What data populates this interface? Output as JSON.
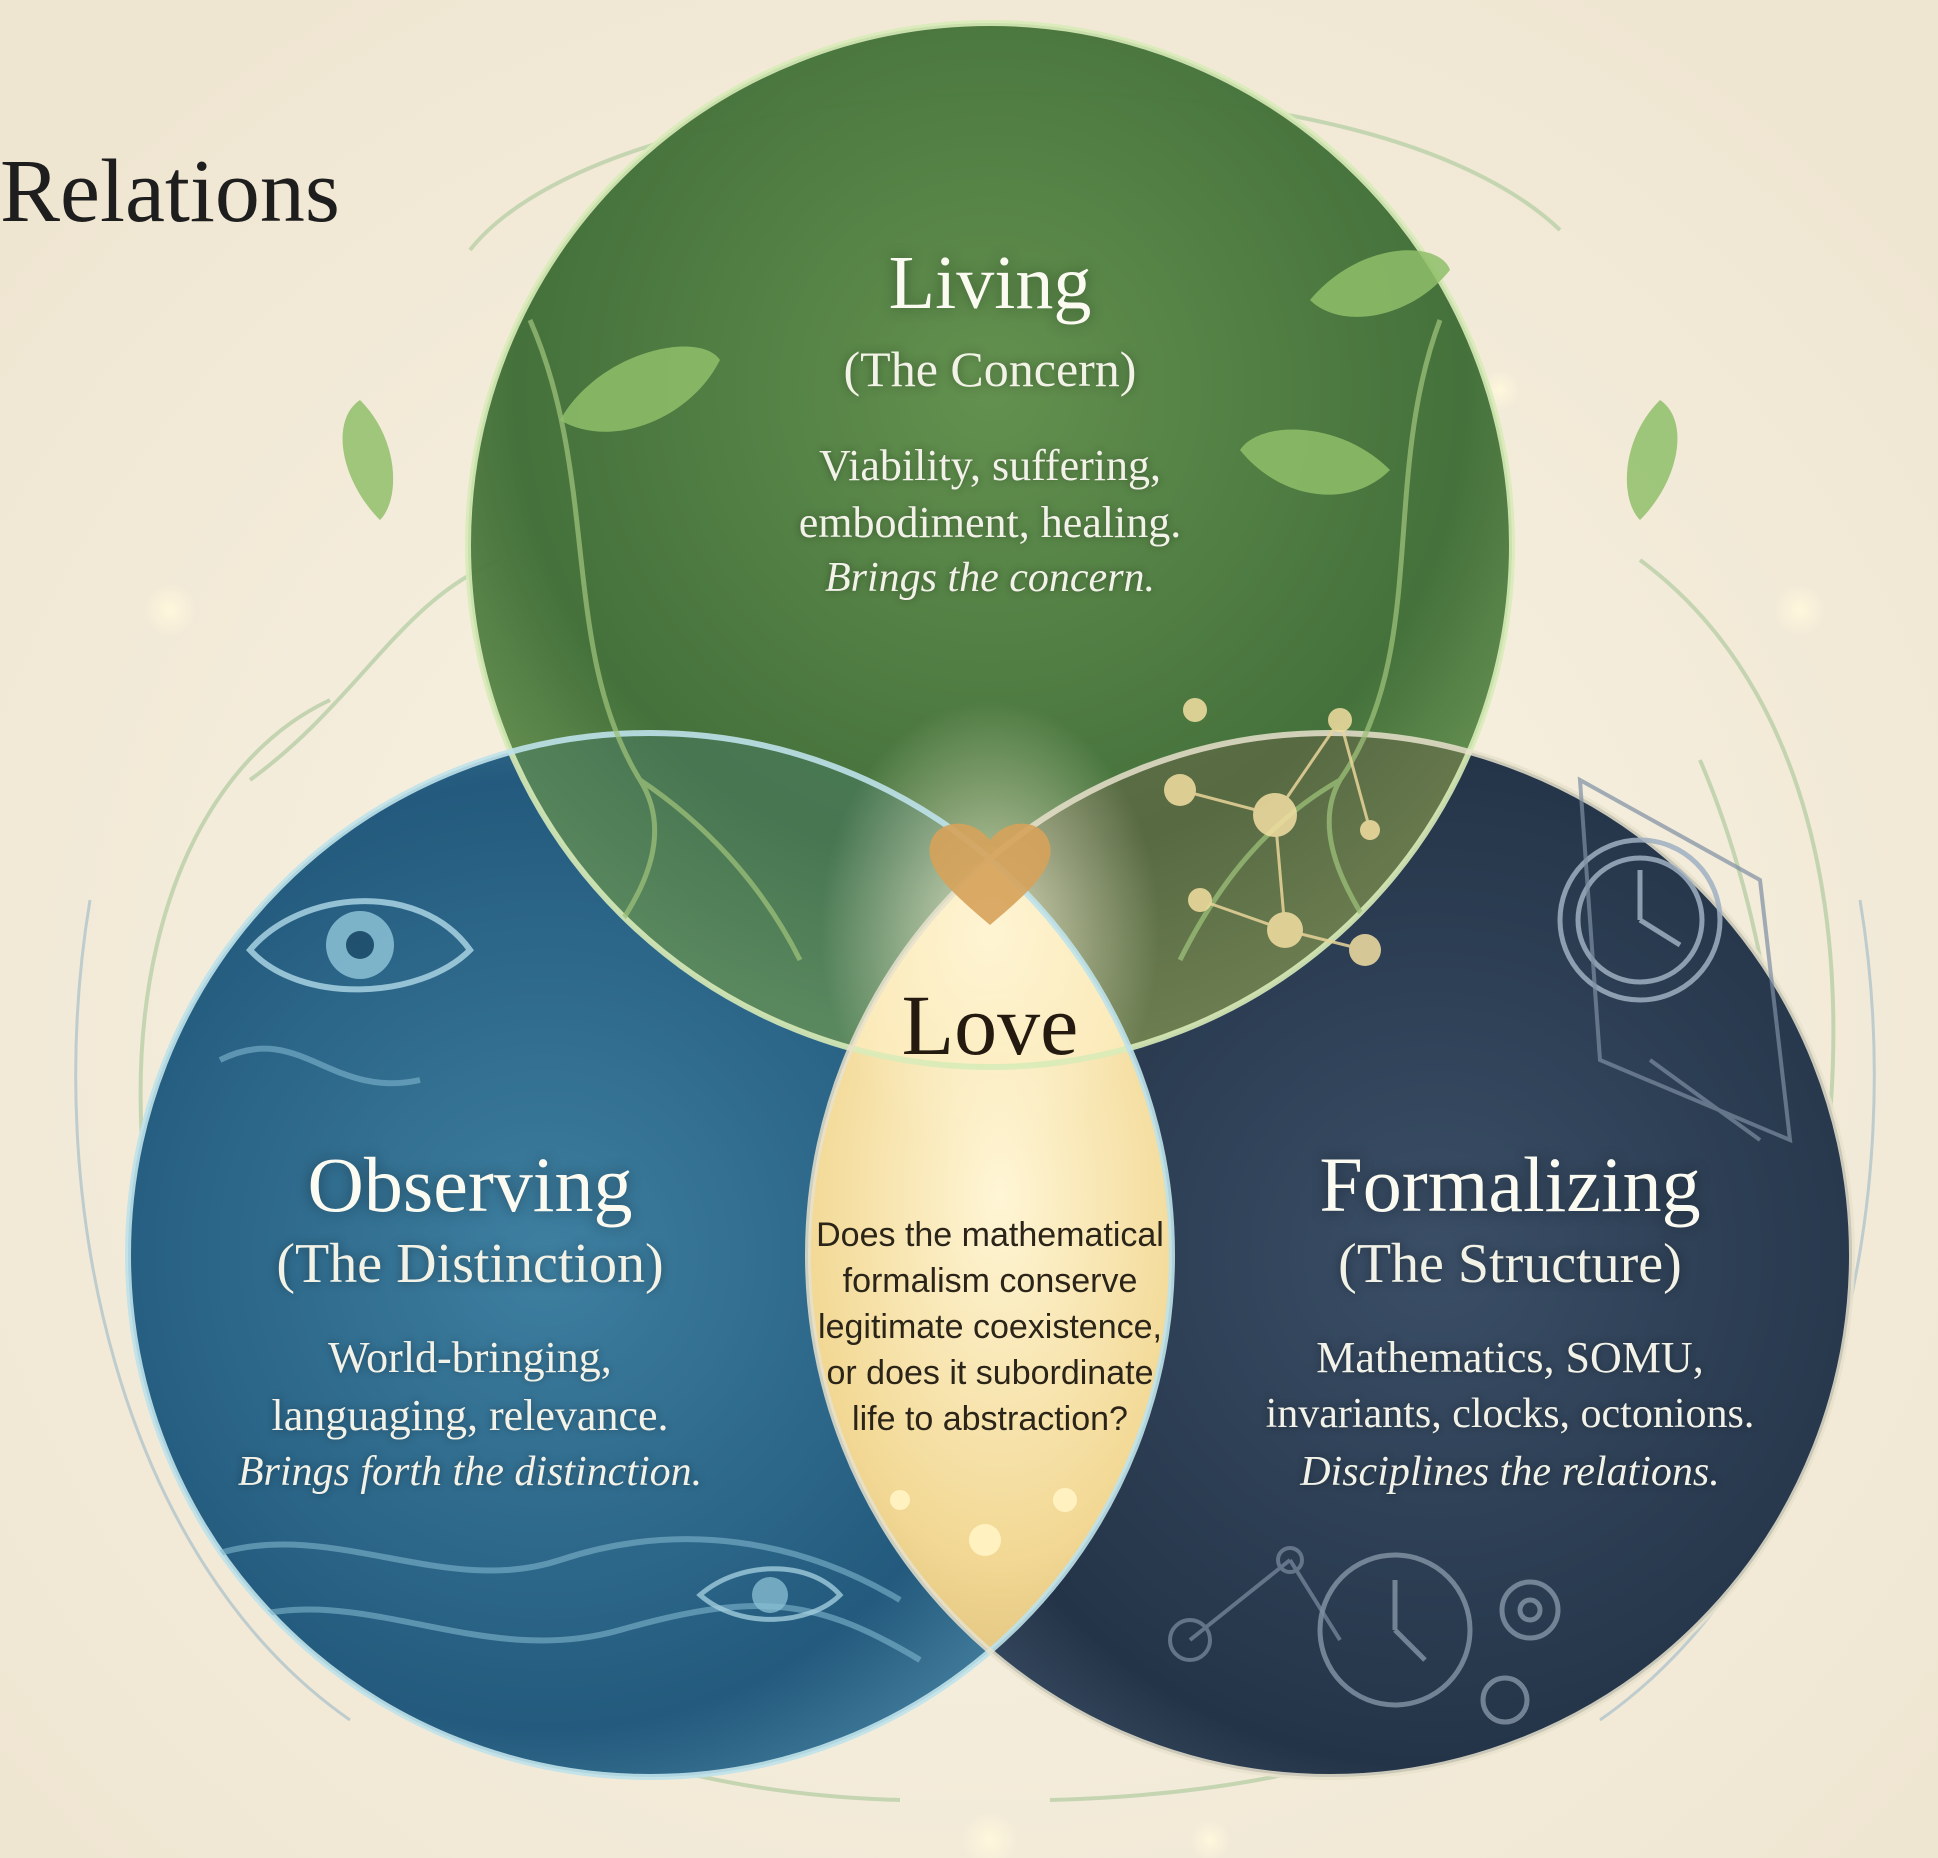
{
  "title": "Relations",
  "living": {
    "heading": "Living",
    "subheading": "(The Concern)",
    "lines": [
      "Viability, suffering,",
      "embodiment, healing."
    ],
    "italic": "Brings the concern."
  },
  "observing": {
    "heading": "Observing",
    "subheading": "(The Distinction)",
    "lines": [
      "World-bringing,",
      "languaging, relevance."
    ],
    "italic": "Brings forth the distinction."
  },
  "formalizing": {
    "heading": "Formalizing",
    "subheading": "(The Structure)",
    "lines": [
      "Mathematics, SOMU,",
      "invariants, clocks, octonions."
    ],
    "italic": "Disciplines the relations."
  },
  "center": {
    "label": "Love",
    "question": [
      "Does the mathematical",
      "formalism conserve",
      "legitimate coexistence,",
      "or does it subordinate",
      "life to abstraction?"
    ]
  },
  "colors": {
    "background": "#f3ecdc",
    "living": "#4f7f42",
    "observing": "#2f6a8c",
    "formalizing": "#2b3e55",
    "center": "#f0d594"
  },
  "icons": [
    "heart-icon",
    "eye-icon",
    "clock-icon",
    "gear-icon",
    "network-icon",
    "leaf-icon"
  ]
}
